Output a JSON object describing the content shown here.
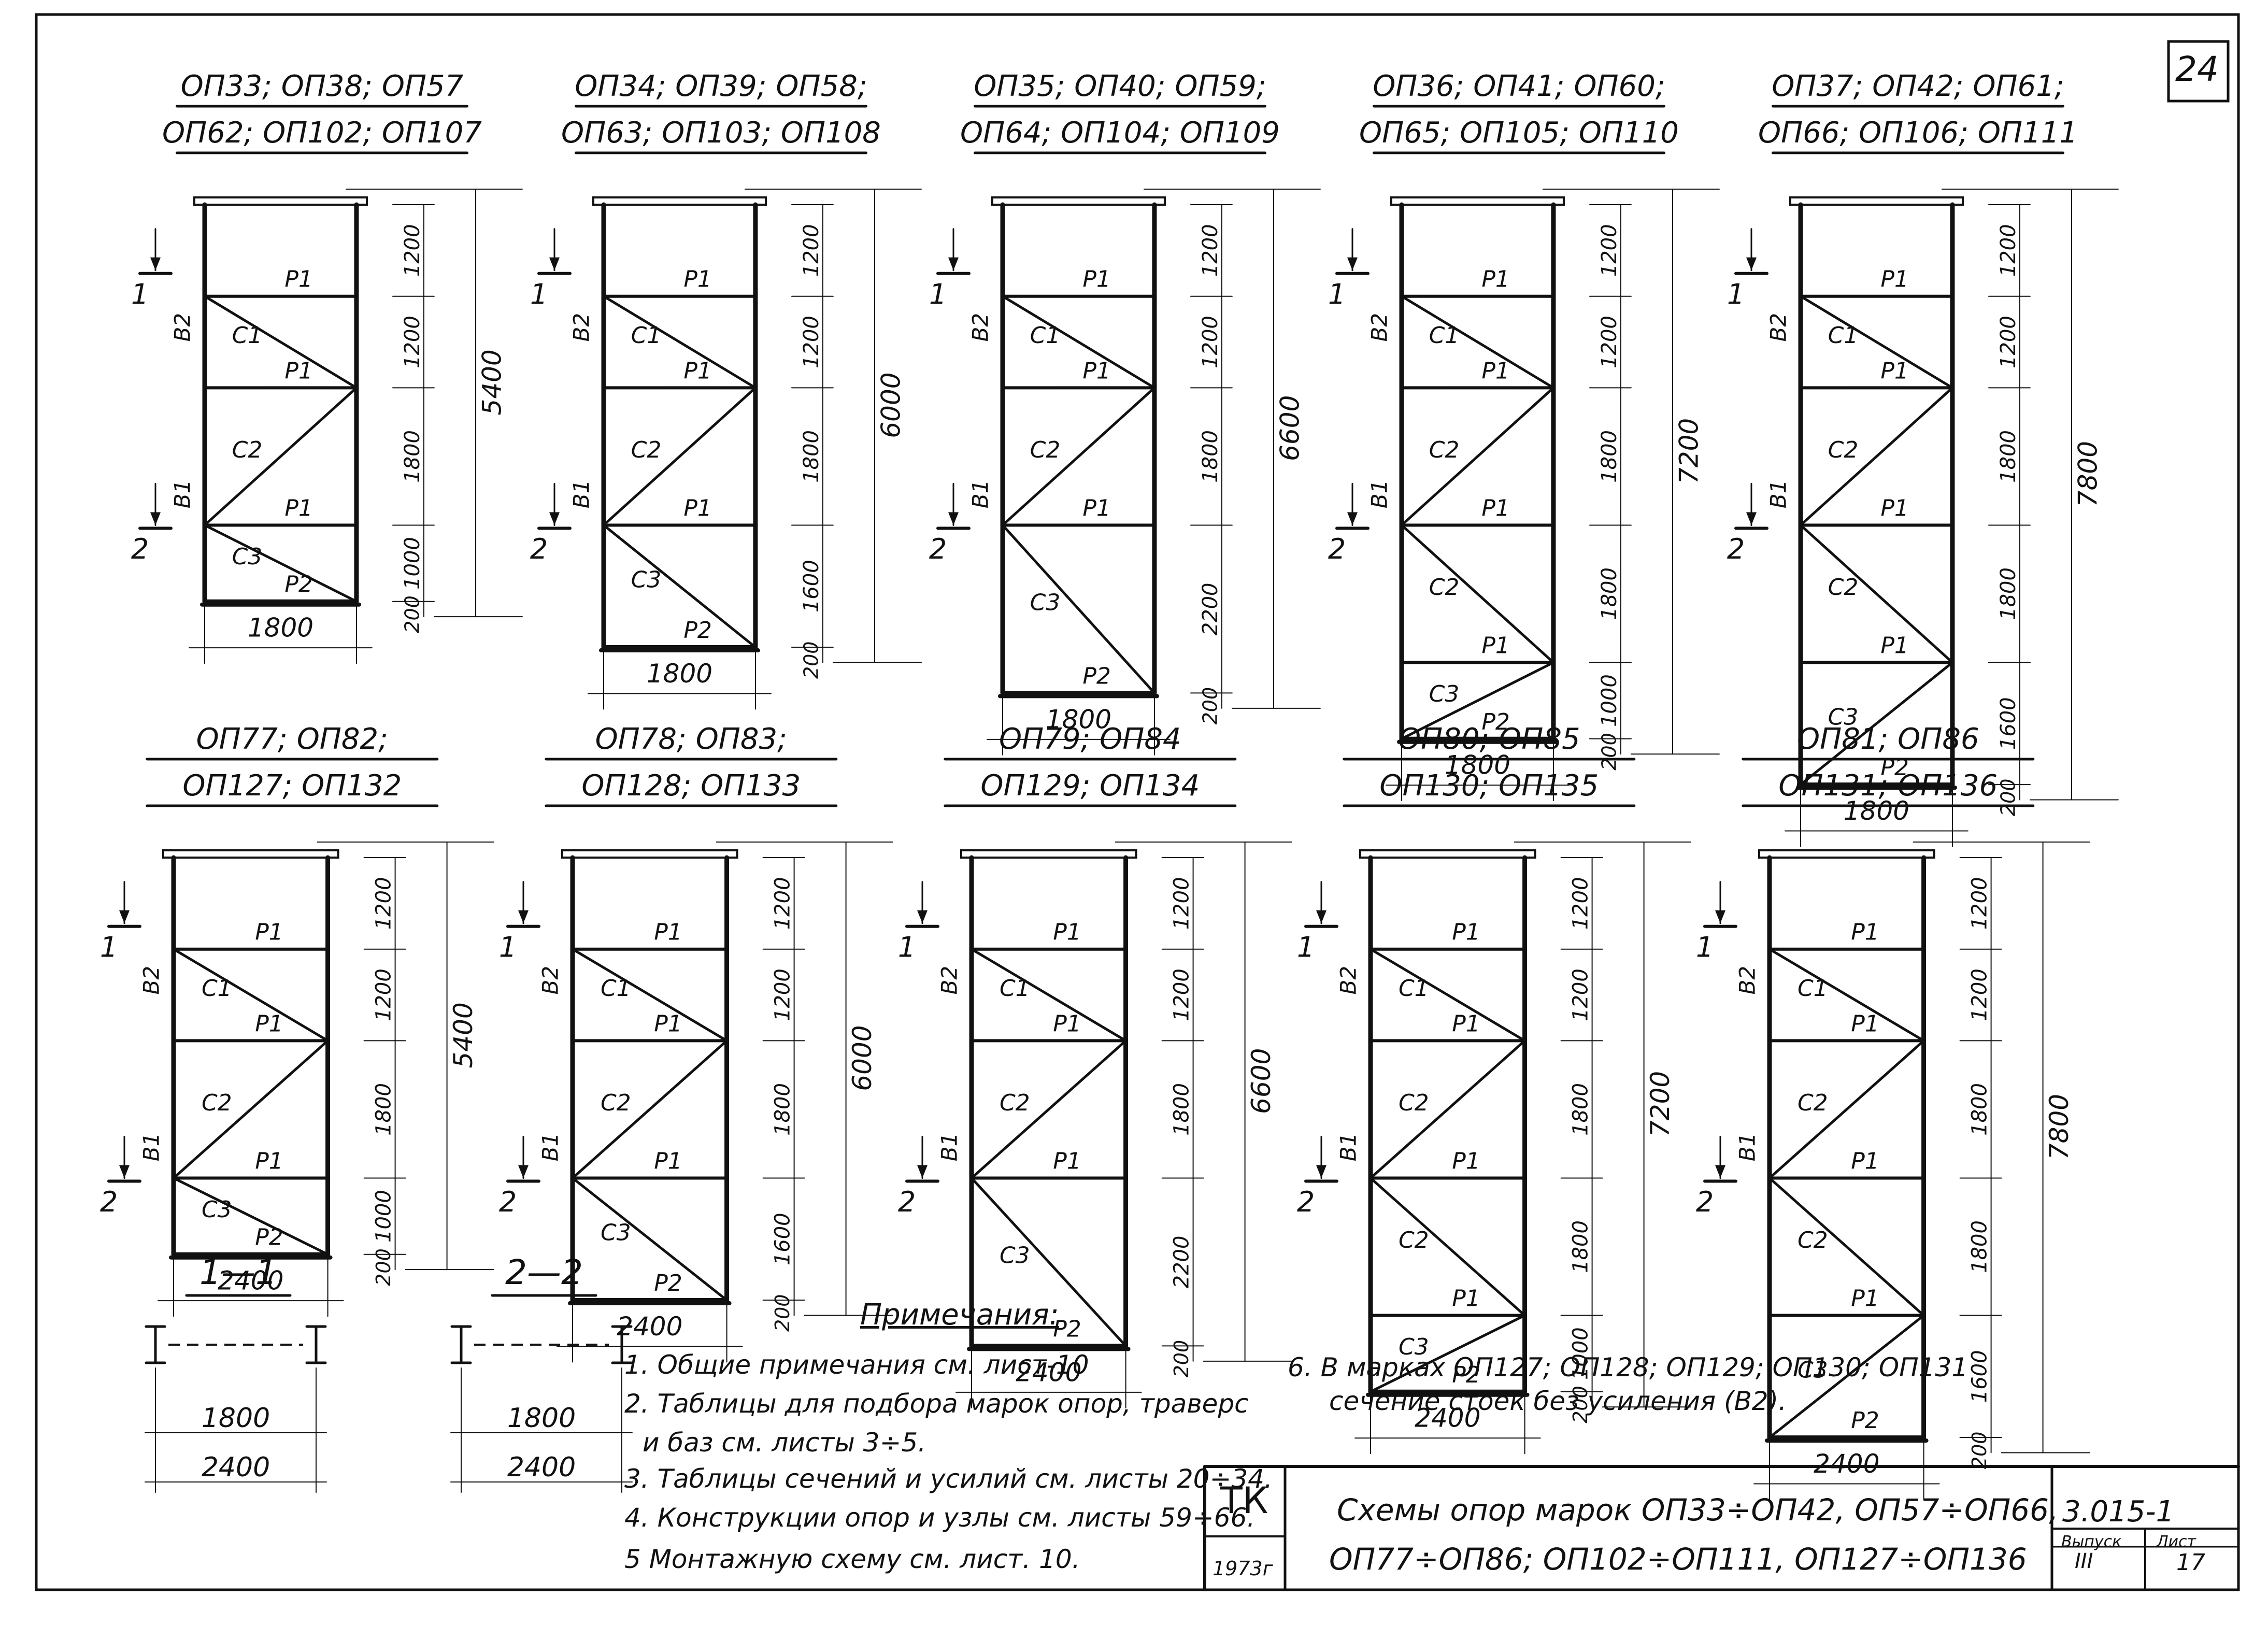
{
  "sheet": {
    "number": "24",
    "series": "3.015-1",
    "issue_label": "Выпуск",
    "issue": "III",
    "sheet_label": "Лист",
    "sheet_no": "17",
    "org": "ТК",
    "year": "1973г",
    "title_line1": "Схемы опор марок ОП33÷ОП42, ОП57÷ОП66,",
    "title_line2": "ОП77÷ОП86; ОП102÷ОП111, ОП127÷ОП136"
  },
  "frames": [
    {
      "title1": "ОП33; ОП38; ОП57",
      "title2": "ОП62; ОП102; ОП107",
      "total": "5400",
      "width": "1800",
      "panels": [
        {
          "h": "1200",
          "a": "Р1",
          "b": "",
          "dir": ""
        },
        {
          "h": "1200",
          "a": "Р1",
          "b": "С1",
          "dir": "d"
        },
        {
          "h": "1800",
          "a": "Р1",
          "b": "С2",
          "dir": "u"
        },
        {
          "h": "1000",
          "a": "Р2",
          "b": "С3",
          "dir": "d"
        }
      ],
      "base": "200",
      "upper": "В2",
      "lower": "В1"
    },
    {
      "title1": "ОП34; ОП39; ОП58;",
      "title2": "ОП63; ОП103; ОП108",
      "total": "6000",
      "width": "1800",
      "panels": [
        {
          "h": "1200",
          "a": "Р1",
          "b": "",
          "dir": ""
        },
        {
          "h": "1200",
          "a": "Р1",
          "b": "С1",
          "dir": "d"
        },
        {
          "h": "1800",
          "a": "Р1",
          "b": "С2",
          "dir": "u"
        },
        {
          "h": "1600",
          "a": "Р2",
          "b": "С3",
          "dir": "d"
        }
      ],
      "base": "200",
      "upper": "В2",
      "lower": "В1"
    },
    {
      "title1": "ОП35; ОП40; ОП59;",
      "title2": "ОП64; ОП104; ОП109",
      "total": "6600",
      "width": "1800",
      "panels": [
        {
          "h": "1200",
          "a": "Р1",
          "b": "",
          "dir": ""
        },
        {
          "h": "1200",
          "a": "Р1",
          "b": "С1",
          "dir": "d"
        },
        {
          "h": "1800",
          "a": "Р1",
          "b": "С2",
          "dir": "u"
        },
        {
          "h": "2200",
          "a": "Р2",
          "b": "С3",
          "dir": "d"
        }
      ],
      "base": "200",
      "upper": "В2",
      "lower": "В1"
    },
    {
      "title1": "ОП36; ОП41; ОП60;",
      "title2": "ОП65; ОП105; ОП110",
      "total": "7200",
      "width": "1800",
      "panels": [
        {
          "h": "1200",
          "a": "Р1",
          "b": "",
          "dir": ""
        },
        {
          "h": "1200",
          "a": "Р1",
          "b": "С1",
          "dir": "d"
        },
        {
          "h": "1800",
          "a": "Р1",
          "b": "С2",
          "dir": "u"
        },
        {
          "h": "1800",
          "a": "Р1",
          "b": "С2",
          "dir": "d"
        },
        {
          "h": "1000",
          "a": "Р2",
          "b": "С3",
          "dir": "u"
        }
      ],
      "base": "200",
      "upper": "В2",
      "lower": "В1"
    },
    {
      "title1": "ОП37; ОП42; ОП61;",
      "title2": "ОП66; ОП106; ОП111",
      "total": "7800",
      "width": "1800",
      "panels": [
        {
          "h": "1200",
          "a": "Р1",
          "b": "",
          "dir": ""
        },
        {
          "h": "1200",
          "a": "Р1",
          "b": "С1",
          "dir": "d"
        },
        {
          "h": "1800",
          "a": "Р1",
          "b": "С2",
          "dir": "u"
        },
        {
          "h": "1800",
          "a": "Р1",
          "b": "С2",
          "dir": "d"
        },
        {
          "h": "1600",
          "a": "Р2",
          "b": "С3",
          "dir": "u"
        }
      ],
      "base": "200",
      "upper": "В2",
      "lower": "В1"
    },
    {
      "title1": "ОП77; ОП82;",
      "title2": "ОП127; ОП132",
      "total": "5400",
      "width": "2400",
      "panels": [
        {
          "h": "1200",
          "a": "Р1",
          "b": "",
          "dir": ""
        },
        {
          "h": "1200",
          "a": "Р1",
          "b": "С1",
          "dir": "d"
        },
        {
          "h": "1800",
          "a": "Р1",
          "b": "С2",
          "dir": "u"
        },
        {
          "h": "1000",
          "a": "Р2",
          "b": "С3",
          "dir": "d"
        }
      ],
      "base": "200",
      "upper": "В2",
      "lower": "В1"
    },
    {
      "title1": "ОП78; ОП83;",
      "title2": "ОП128; ОП133",
      "total": "6000",
      "width": "2400",
      "panels": [
        {
          "h": "1200",
          "a": "Р1",
          "b": "",
          "dir": ""
        },
        {
          "h": "1200",
          "a": "Р1",
          "b": "С1",
          "dir": "d"
        },
        {
          "h": "1800",
          "a": "Р1",
          "b": "С2",
          "dir": "u"
        },
        {
          "h": "1600",
          "a": "Р2",
          "b": "С3",
          "dir": "d"
        }
      ],
      "base": "200",
      "upper": "В2",
      "lower": "В1"
    },
    {
      "title1": "ОП79; ОП84",
      "title2": "ОП129; ОП134",
      "total": "6600",
      "width": "2400",
      "panels": [
        {
          "h": "1200",
          "a": "Р1",
          "b": "",
          "dir": ""
        },
        {
          "h": "1200",
          "a": "Р1",
          "b": "С1",
          "dir": "d"
        },
        {
          "h": "1800",
          "a": "Р1",
          "b": "С2",
          "dir": "u"
        },
        {
          "h": "2200",
          "a": "Р2",
          "b": "С3",
          "dir": "d"
        }
      ],
      "base": "200",
      "upper": "В2",
      "lower": "В1"
    },
    {
      "title1": "ОП80; ОП85",
      "title2": "ОП130; ОП135",
      "total": "7200",
      "width": "2400",
      "panels": [
        {
          "h": "1200",
          "a": "Р1",
          "b": "",
          "dir": ""
        },
        {
          "h": "1200",
          "a": "Р1",
          "b": "С1",
          "dir": "d"
        },
        {
          "h": "1800",
          "a": "Р1",
          "b": "С2",
          "dir": "u"
        },
        {
          "h": "1800",
          "a": "Р1",
          "b": "С2",
          "dir": "d"
        },
        {
          "h": "1000",
          "a": "Р2",
          "b": "С3",
          "dir": "u"
        }
      ],
      "base": "200",
      "upper": "В2",
      "lower": "В1"
    },
    {
      "title1": "ОП81; ОП86",
      "title2": "ОП131; ОП136",
      "total": "7800",
      "width": "2400",
      "panels": [
        {
          "h": "1200",
          "a": "Р1",
          "b": "",
          "dir": ""
        },
        {
          "h": "1200",
          "a": "Р1",
          "b": "С1",
          "dir": "d"
        },
        {
          "h": "1800",
          "a": "Р1",
          "b": "С2",
          "dir": "u"
        },
        {
          "h": "1800",
          "a": "Р1",
          "b": "С2",
          "dir": "d"
        },
        {
          "h": "1600",
          "a": "Р2",
          "b": "С3",
          "dir": "u"
        }
      ],
      "base": "200",
      "upper": "В2",
      "lower": "В1"
    }
  ],
  "section_marks": {
    "one": "1",
    "two": "2"
  },
  "sections": [
    {
      "title": "1—1",
      "w1": "1800",
      "w2": "2400"
    },
    {
      "title": "2—2",
      "w1": "1800",
      "w2": "2400"
    }
  ],
  "notes": {
    "title": "Примечания:",
    "items": [
      "1. Общие примечания см. лист-10",
      "2. Таблицы для подбора марок опор, траверс",
      "и баз см. листы 3÷5.",
      "3. Таблицы сечений и усилий см. листы 20÷34.",
      "4. Конструкции опор и узлы см. листы 59÷66.",
      "5 Монтажную схему см. лист. 10."
    ],
    "note6_line1": "6. В марках  ОП127; ОП128; ОП129; ОП130; ОП131",
    "note6_line2": "сечение  стоек  без  усиления (В2)."
  }
}
